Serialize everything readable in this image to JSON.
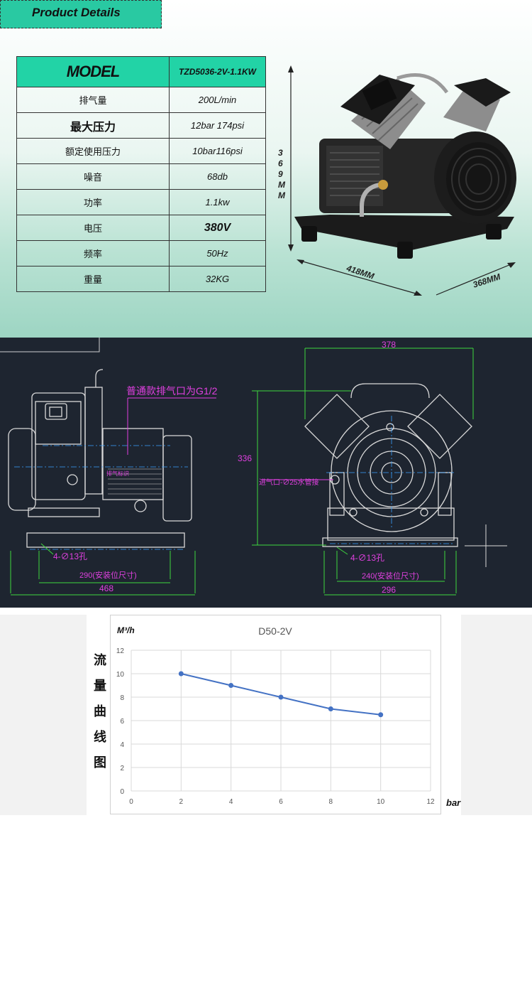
{
  "header": {
    "title": "Product Details"
  },
  "spec_table": {
    "model_label": "MODEL",
    "model_value": "TZD5036-2V-1.1KW",
    "rows": [
      {
        "label": "排气量",
        "value": "200L/min"
      },
      {
        "label": "最大压力",
        "value": "12bar 174psi"
      },
      {
        "label": "额定使用压力",
        "value": "10bar116psi"
      },
      {
        "label": "噪音",
        "value": "68db"
      },
      {
        "label": "功率",
        "value": "1.1kw"
      },
      {
        "label": "电压",
        "value": "380V"
      },
      {
        "label": "频率",
        "value": "50Hz"
      },
      {
        "label": "重量",
        "value": "32KG"
      }
    ]
  },
  "product_dims": {
    "height": "369MM",
    "length": "418MM",
    "width": "368MM"
  },
  "drawing": {
    "exhaust_note": "普通款排气口为G1/2",
    "tag_label": "排气标识",
    "intake_note": "进气口-∅25水管接",
    "hole_left": "4-∅13孔",
    "hole_right": "4-∅13孔",
    "dim_290": "290(安装位尺寸)",
    "dim_468": "468",
    "dim_378": "378",
    "dim_336": "336",
    "dim_240": "240(安装位尺寸)",
    "dim_296": "296"
  },
  "flow_chart": {
    "vertical_label": [
      "流",
      "量",
      "曲",
      "线",
      "图"
    ],
    "accent_color": "#4472c4"
  },
  "chart_data": {
    "type": "line",
    "title": "D50-2V",
    "xlabel": "bar",
    "ylabel": "M³/h",
    "x": [
      2,
      4,
      6,
      8,
      10
    ],
    "series": [
      {
        "values": [
          10,
          9,
          8,
          7,
          6.5
        ]
      }
    ],
    "xlim": [
      0,
      12
    ],
    "ylim": [
      0,
      12
    ],
    "xticks": [
      "0",
      "2",
      "4",
      "6",
      "8",
      "10",
      "12"
    ],
    "yticks": [
      "0",
      "2",
      "4",
      "6",
      "8",
      "10",
      "12"
    ],
    "grid": "vertical and horizontal"
  }
}
